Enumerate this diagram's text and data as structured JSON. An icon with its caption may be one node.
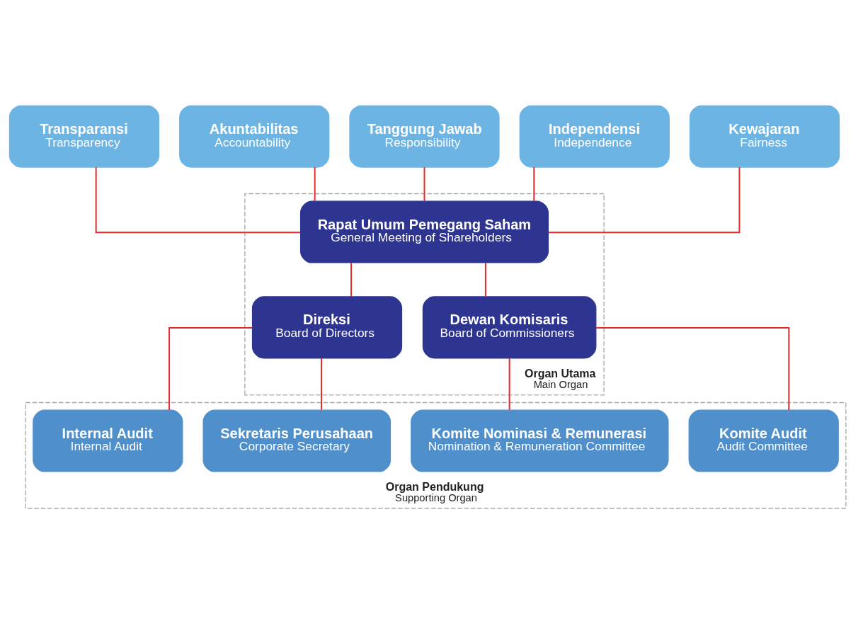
{
  "diagram": {
    "nodes": [
      {
        "text": [
          "Transparansi",
          "Transparency"
        ]
      },
      {
        "text": [
          "Akuntabilitas",
          "Accountability"
        ]
      },
      {
        "text": [
          "Tanggung Jawab",
          "Responsibility"
        ]
      },
      {
        "text": [
          "Independensi",
          "Independence"
        ]
      },
      {
        "text": [
          "Kewajaran",
          "Fairness"
        ]
      },
      {
        "text": [
          "Organ Utama",
          "Main Organ"
        ]
      },
      {
        "text": [
          "Rapat Umum Pemegang Saham",
          "General Meeting of Shareholders"
        ],
        "in": 5
      },
      {
        "text": [
          "Direksi",
          "Board of Directors"
        ],
        "in": 5
      },
      {
        "text": [
          "Dewan Komisaris",
          "Board of Commissioners"
        ],
        "in": 5
      },
      {
        "text": [
          "Organ Pendukung",
          "Supporting Organ"
        ]
      },
      {
        "text": [
          "Sekretaris Perusahaan",
          "Corporate Secretary"
        ],
        "in": 9
      },
      {
        "text": [
          "Internal Audit",
          "Internal Audit"
        ],
        "in": 9
      },
      {
        "text": [
          "Komite Audit",
          "Audit Committee"
        ],
        "in": 9
      },
      {
        "text": [
          "Komite Nominasi & Remunerasi",
          "Nomination & Remuneration Committee"
        ],
        "in": 9
      }
    ],
    "edges": [
      {
        "from": 0,
        "to": 6,
        "arrow": "none"
      },
      {
        "from": 1,
        "to": 6,
        "arrow": "none"
      },
      {
        "from": 2,
        "to": 6,
        "arrow": "none"
      },
      {
        "from": 3,
        "to": 6,
        "arrow": "none"
      },
      {
        "from": 4,
        "to": 6,
        "arrow": "none"
      },
      {
        "from": 6,
        "to": 7,
        "arrow": "none"
      },
      {
        "from": 6,
        "to": 8,
        "arrow": "none"
      },
      {
        "from": 7,
        "to": 10,
        "arrow": "none"
      },
      {
        "from": 7,
        "to": 11,
        "arrow": "none"
      },
      {
        "from": 8,
        "to": 12,
        "arrow": "none"
      },
      {
        "from": 8,
        "to": 13,
        "arrow": "none"
      }
    ]
  }
}
